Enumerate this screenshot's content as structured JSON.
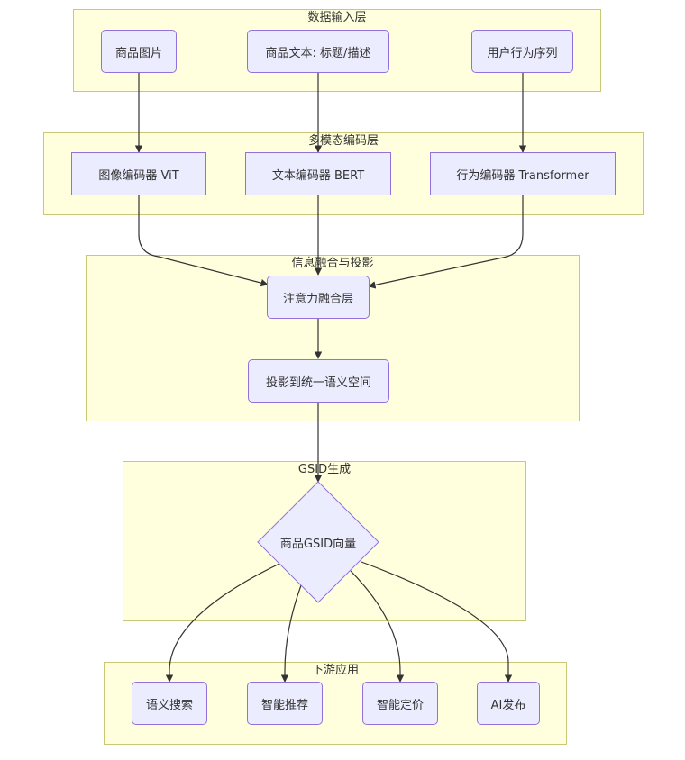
{
  "layers": {
    "input": {
      "title": "数据输入层",
      "nodes": [
        "商品图片",
        "商品文本: 标题/描述",
        "用户行为序列"
      ]
    },
    "encoding": {
      "title": "多模态编码层",
      "nodes": [
        "图像编码器 ViT",
        "文本编码器 BERT",
        "行为编码器 Transformer"
      ]
    },
    "fusion": {
      "title": "信息融合与投影",
      "nodes": [
        "注意力融合层",
        "投影到统一语义空间"
      ]
    },
    "gsid": {
      "title": "GSID生成",
      "nodes": [
        "商品GSID向量"
      ]
    },
    "apps": {
      "title": "下游应用",
      "nodes": [
        "语义搜索",
        "智能推荐",
        "智能定价",
        "AI发布"
      ]
    }
  },
  "colors": {
    "layer_fill": "#ffffdd",
    "layer_border": "#c8c877",
    "node_fill": "#ececff",
    "node_border": "#9370db",
    "edge": "#333333"
  }
}
